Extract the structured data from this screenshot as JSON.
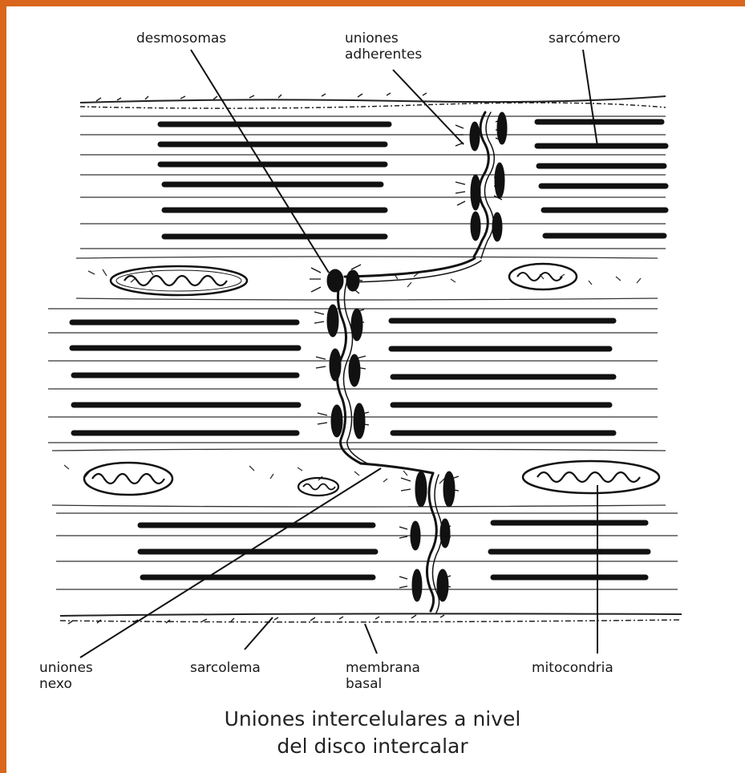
{
  "colors": {
    "frame": "#d9661c",
    "ink": "#1a1a1a",
    "background": "#ffffff"
  },
  "labels": {
    "desmosomas": "desmosomas",
    "uniones_adherentes": "uniones\nadherentes",
    "sarcomero": "sarcómero",
    "uniones_nexo": "uniones\nnexo",
    "sarcolema": "sarcolema",
    "membrana_basal": "membrana\nbasal",
    "mitocondria": "mitocondria"
  },
  "caption": {
    "line1": "Uniones intercelulares a nivel",
    "line2": "del disco intercalar"
  }
}
